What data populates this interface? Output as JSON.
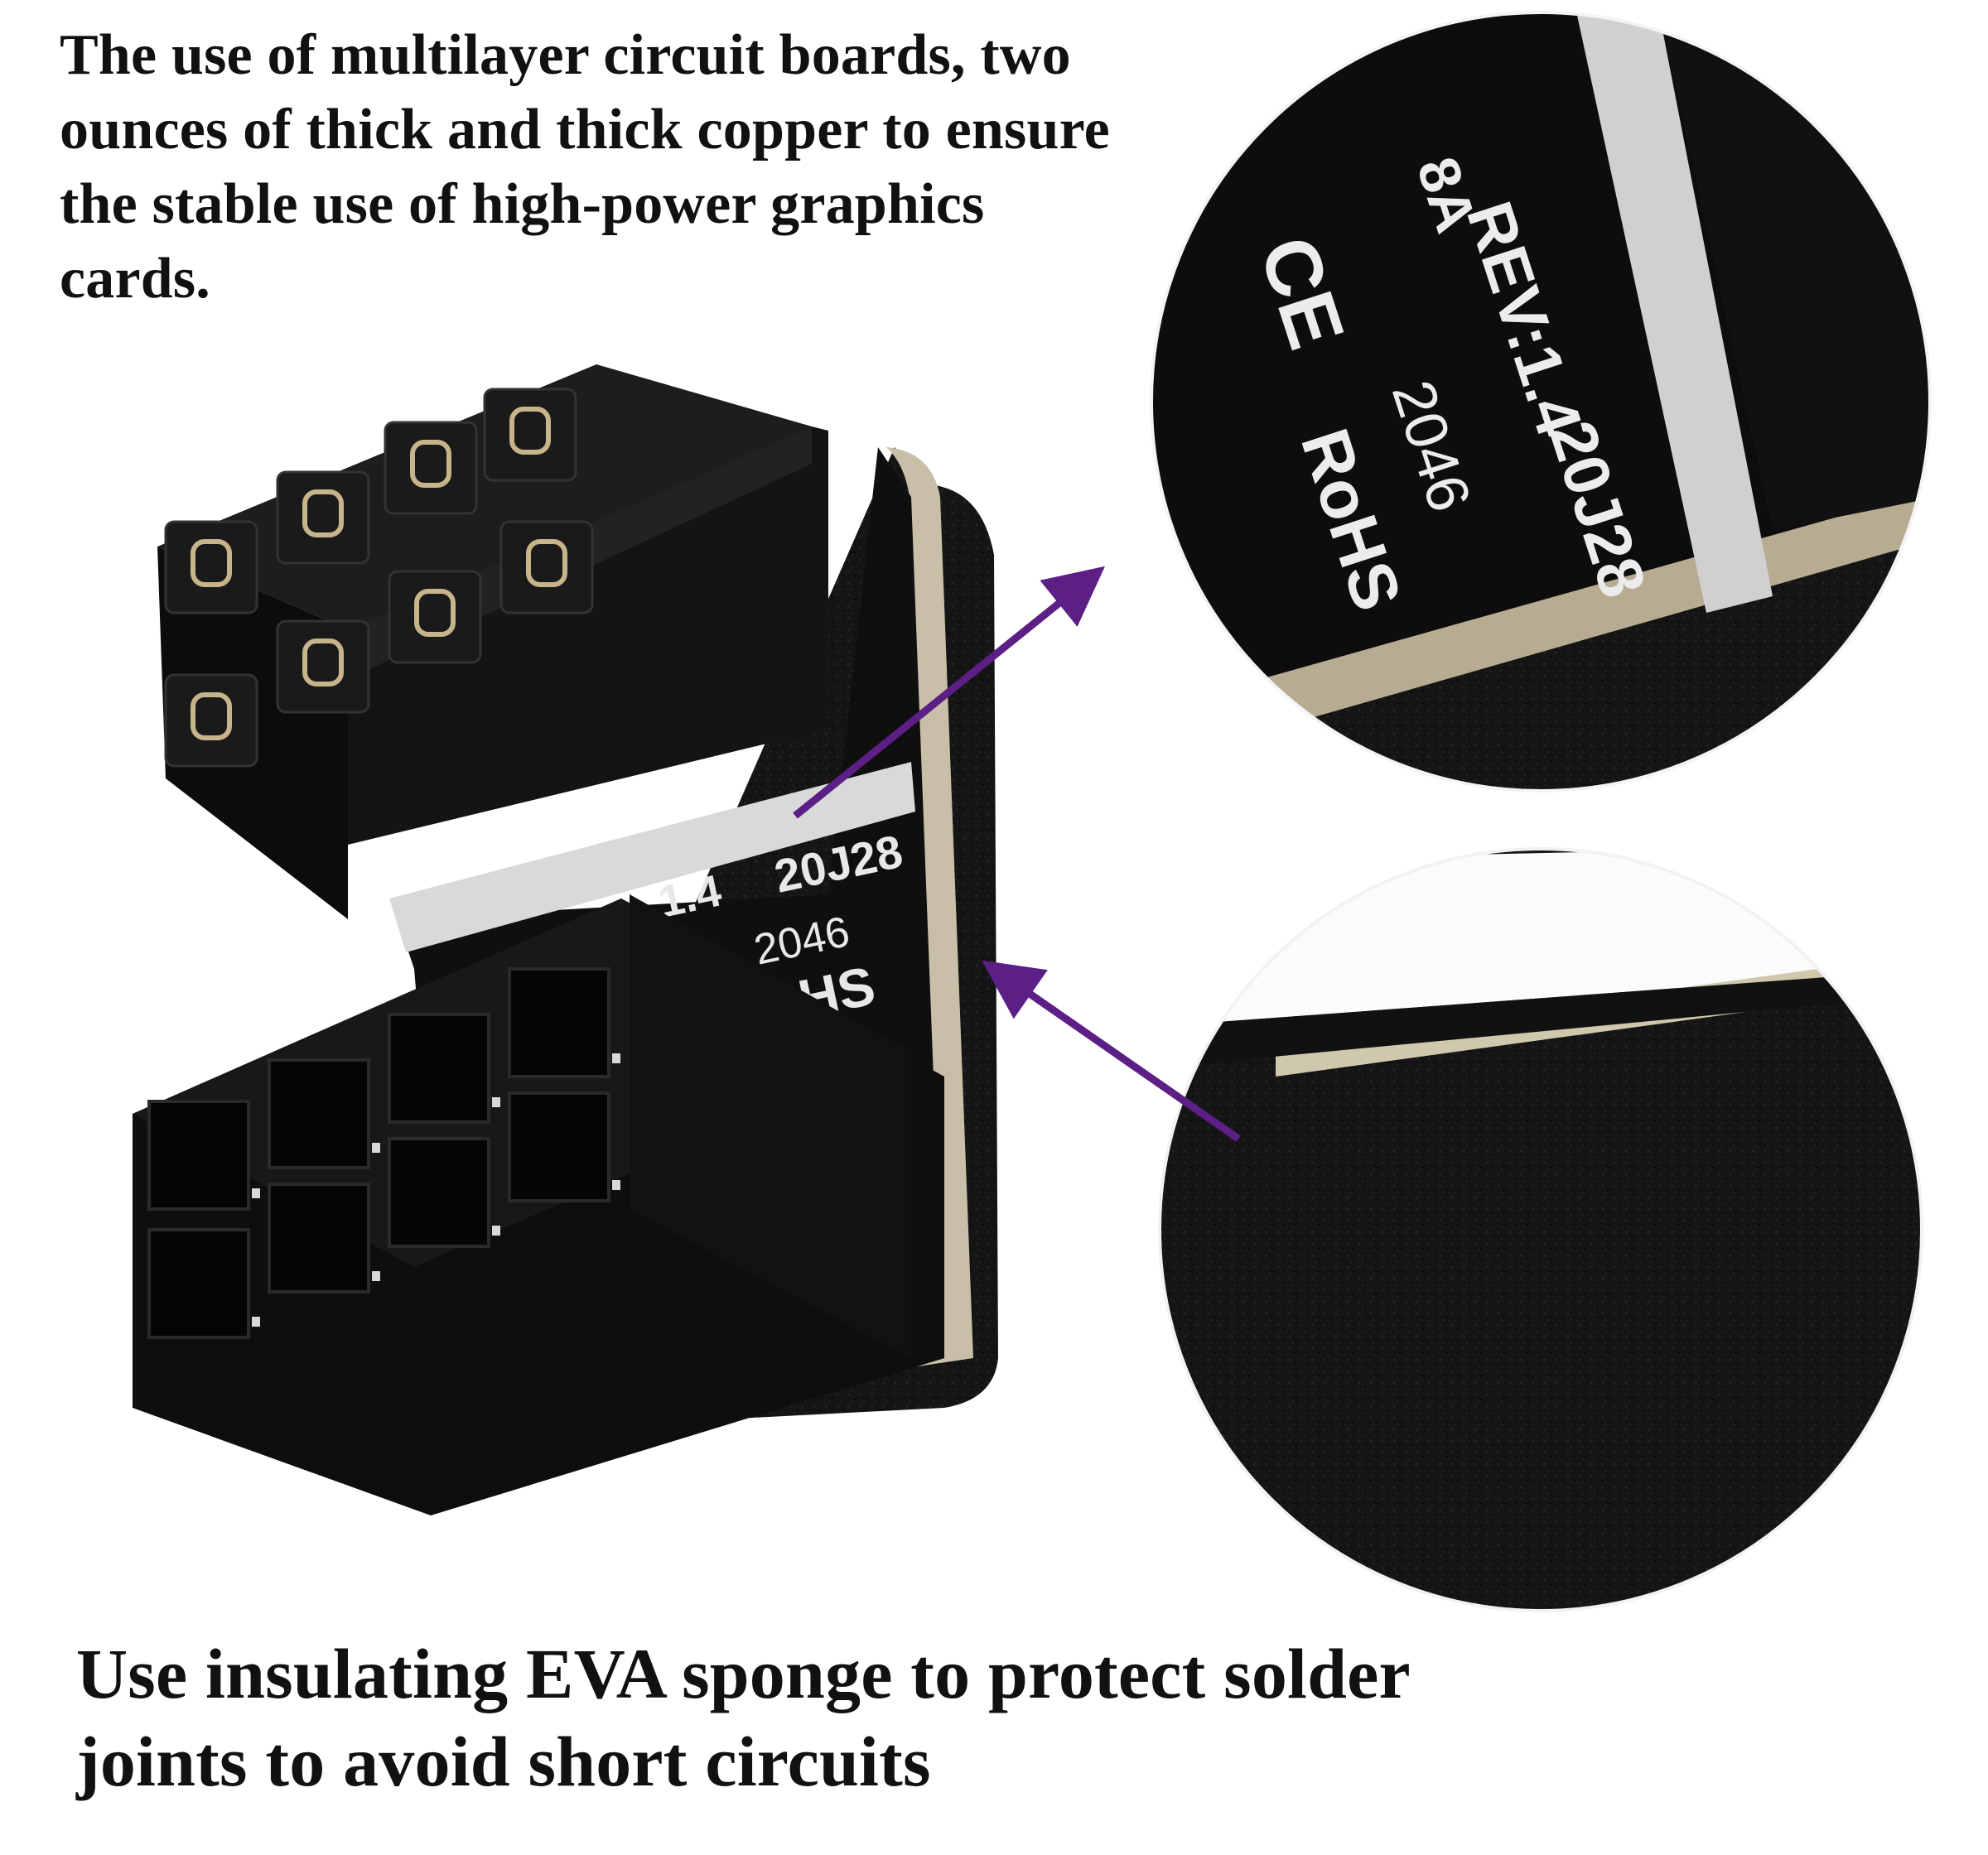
{
  "captions": {
    "top": "The use of multilayer circuit boards, two ounces of thick and thick copper to ensure the stable use of high-power graphics cards.",
    "bottom": "Use insulating EVA sponge to protect solder joints to avoid short circuits"
  },
  "pcb_silkscreen": {
    "rev": "REV:1.4",
    "rev_partial": "1.4",
    "date_code": "20J28",
    "batch": "2046",
    "rohs": "RoHS",
    "rohs_partial": "HS",
    "current_partial": "8A",
    "cert_mark": "CE"
  },
  "colors": {
    "arrow": "#5b1f86",
    "pcb": "#0f0f10",
    "sponge": "#141414",
    "pcb_edge": "#c9bfa8",
    "pin_gold": "#c8b48a"
  }
}
